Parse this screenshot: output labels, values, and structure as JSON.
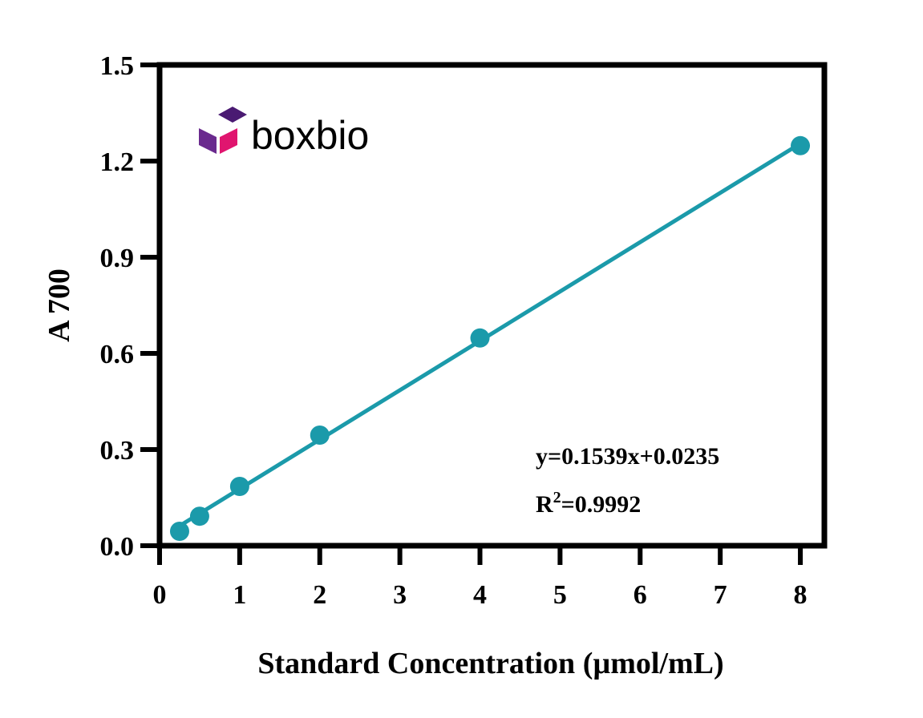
{
  "chart_data": {
    "type": "scatter",
    "xlabel": "Standard Concentration (µmol/mL)",
    "ylabel": "A 700",
    "xlim": [
      0,
      8.3
    ],
    "ylim": [
      0,
      1.5
    ],
    "x_ticks": [
      0,
      1,
      2,
      3,
      4,
      5,
      6,
      7,
      8
    ],
    "y_ticks": [
      0.0,
      0.3,
      0.6,
      0.9,
      1.2,
      1.5
    ],
    "y_tick_labels": [
      "0.0",
      "0.3",
      "0.6",
      "0.9",
      "1.2",
      "1.5"
    ],
    "grid": false,
    "series": [
      {
        "x": [
          0.25,
          0.5,
          1,
          2,
          4,
          8
        ],
        "y": [
          0.045,
          0.092,
          0.185,
          0.345,
          0.648,
          1.248
        ]
      }
    ],
    "fit": {
      "type": "linear",
      "slope": 0.1539,
      "intercept": 0.0235,
      "x_range": [
        0.25,
        8
      ]
    },
    "annotations": {
      "equation": "y=0.1539x+0.0235",
      "r2_prefix": "R",
      "r2_sup": "2",
      "r2_value": "=0.9992"
    },
    "colors": {
      "series": "#1b9aaa",
      "axis": "#000000",
      "logo_purple": "#6a2a8e",
      "logo_pink": "#e0156f",
      "logo_dark": "#4a1a72"
    }
  },
  "logo": {
    "text": "boxbio"
  }
}
